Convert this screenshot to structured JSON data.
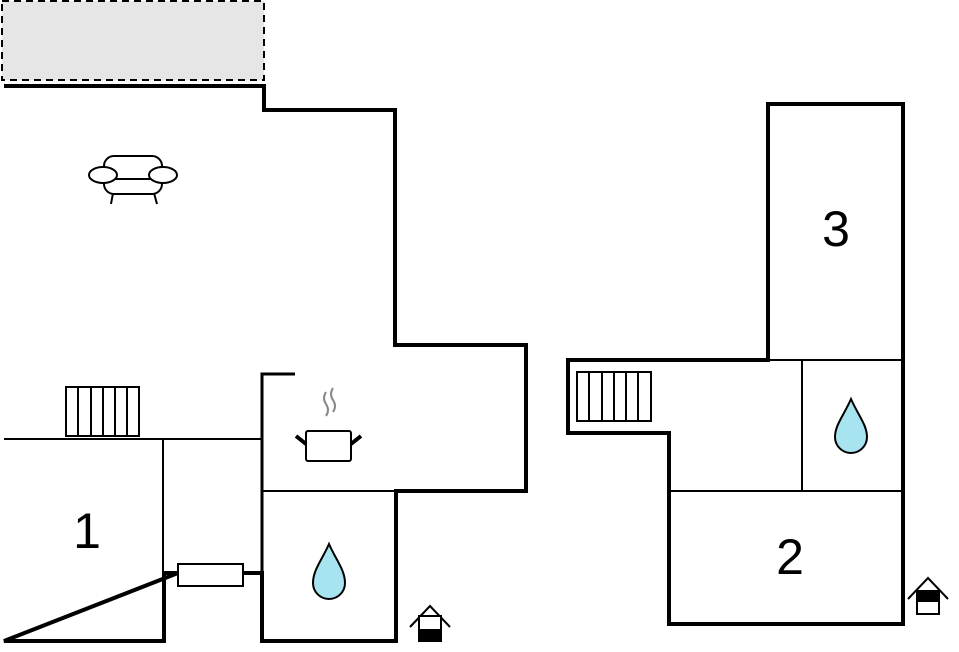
{
  "rooms": {
    "bedroom_1": "1",
    "bedroom_2": "2",
    "bedroom_3": "3"
  },
  "colors": {
    "wall": "#000000",
    "water": "#a8e4ef",
    "terrace": "#e6e6e6",
    "steam": "#888888"
  },
  "icons": [
    "sofa-icon",
    "radiator-icon",
    "pot-icon",
    "water-drop-icon",
    "entrance-icon",
    "window-icon"
  ]
}
